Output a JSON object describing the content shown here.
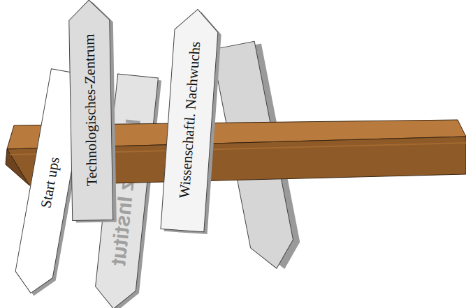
{
  "diagram": {
    "nodes": [
      {
        "text": [
          "Start ups"
        ]
      },
      {
        "text": [
          "Technologisches-Zentrum"
        ]
      },
      {
        "text": [
          "Lausitz Institut"
        ]
      },
      {
        "text": [
          "Wissenschaftl. Nachwuchs"
        ]
      }
    ]
  }
}
